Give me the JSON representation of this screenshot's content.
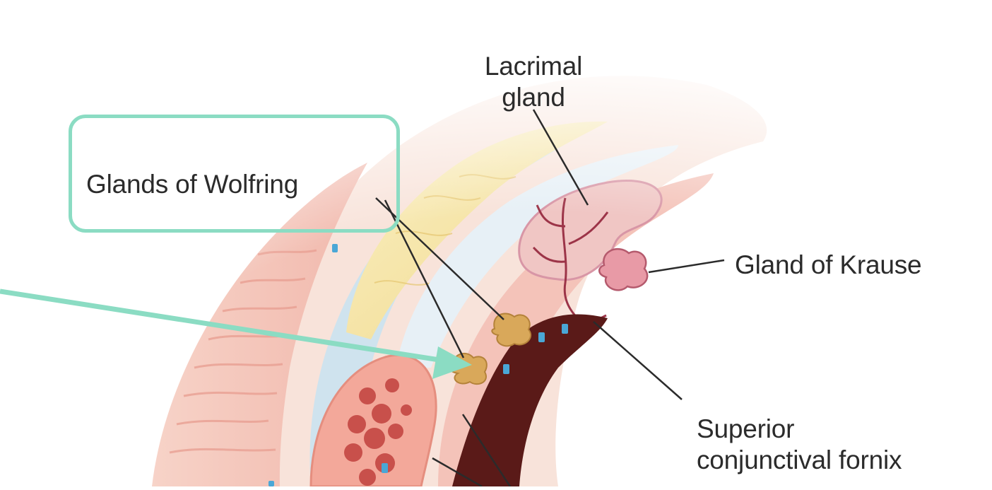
{
  "labels": {
    "lacrimal_line1": "Lacrimal",
    "lacrimal_line2": "gland",
    "wolfring": "Glands of Wolfring",
    "krause": "Gland of Krause",
    "fornix_line1": "Superior",
    "fornix_line2": "conjunctival fornix"
  },
  "colors": {
    "highlight": "#8bdcc3",
    "fat": "#f4e4a2",
    "conjunctiva_lumen": "#5a1a18",
    "gland": "#d9a85a",
    "tissue_pink": "#f2b7ad",
    "fascia_blue": "#cfe3ee"
  }
}
